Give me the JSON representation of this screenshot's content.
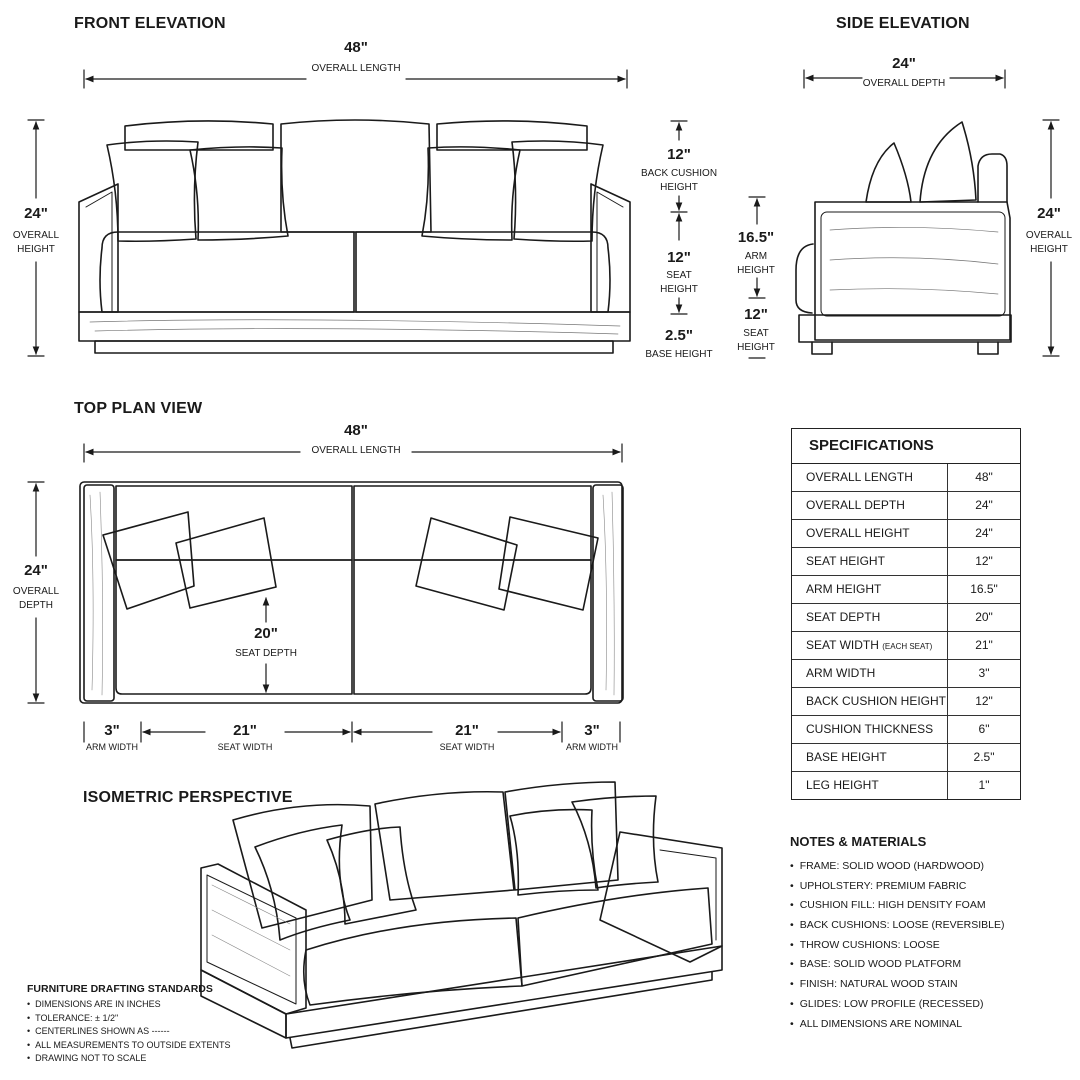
{
  "titles": {
    "front": "FRONT ELEVATION",
    "side": "SIDE ELEVATION",
    "top": "TOP PLAN VIEW",
    "iso": "ISOMETRIC PERSPECTIVE"
  },
  "front": {
    "length_value": "48\"",
    "length_label": "OVERALL LENGTH",
    "height_value": "24\"",
    "height_label_1": "OVERALL",
    "height_label_2": "HEIGHT",
    "back_value": "12\"",
    "back_label_1": "BACK CUSHION",
    "back_label_2": "HEIGHT",
    "seat_value": "12\"",
    "seat_label_1": "SEAT",
    "seat_label_2": "HEIGHT",
    "base_value": "2.5\"",
    "base_label": "BASE HEIGHT"
  },
  "side": {
    "depth_value": "24\"",
    "depth_label": "OVERALL DEPTH",
    "arm_value": "16.5\"",
    "arm_label_1": "ARM",
    "arm_label_2": "HEIGHT",
    "seat_value": "12\"",
    "seat_label_1": "SEAT",
    "seat_label_2": "HEIGHT",
    "height_value": "24\"",
    "height_label_1": "OVERALL",
    "height_label_2": "HEIGHT"
  },
  "top": {
    "length_value": "48\"",
    "length_label": "OVERALL LENGTH",
    "depth_value": "24\"",
    "depth_label_1": "OVERALL",
    "depth_label_2": "DEPTH",
    "seat_depth_value": "20\"",
    "seat_depth_label": "SEAT DEPTH",
    "arm_left_value": "3\"",
    "arm_left_label": "ARM WIDTH",
    "seat_left_value": "21\"",
    "seat_left_label": "SEAT WIDTH",
    "seat_right_value": "21\"",
    "seat_right_label": "SEAT WIDTH",
    "arm_right_value": "3\"",
    "arm_right_label": "ARM WIDTH"
  },
  "specs": {
    "title": "SPECIFICATIONS",
    "rows": [
      {
        "label": "OVERALL LENGTH",
        "note": "",
        "value": "48\""
      },
      {
        "label": "OVERALL DEPTH",
        "note": "",
        "value": "24\""
      },
      {
        "label": "OVERALL HEIGHT",
        "note": "",
        "value": "24\""
      },
      {
        "label": "SEAT HEIGHT",
        "note": "",
        "value": "12\""
      },
      {
        "label": "ARM HEIGHT",
        "note": "",
        "value": "16.5\""
      },
      {
        "label": "SEAT DEPTH",
        "note": "",
        "value": "20\""
      },
      {
        "label": "SEAT WIDTH",
        "note": "(EACH SEAT)",
        "value": "21\""
      },
      {
        "label": "ARM WIDTH",
        "note": "",
        "value": "3\""
      },
      {
        "label": "BACK CUSHION HEIGHT",
        "note": "",
        "value": "12\""
      },
      {
        "label": "CUSHION THICKNESS",
        "note": "",
        "value": "6\""
      },
      {
        "label": "BASE HEIGHT",
        "note": "",
        "value": "2.5\""
      },
      {
        "label": "LEG HEIGHT",
        "note": "",
        "value": "1\""
      }
    ]
  },
  "notes": {
    "title": "NOTES & MATERIALS",
    "items": [
      "FRAME: SOLID WOOD (HARDWOOD)",
      "UPHOLSTERY: PREMIUM FABRIC",
      "CUSHION FILL: HIGH DENSITY FOAM",
      "BACK CUSHIONS: LOOSE (REVERSIBLE)",
      "THROW CUSHIONS: LOOSE",
      "BASE: SOLID WOOD PLATFORM",
      "FINISH: NATURAL WOOD STAIN",
      "GLIDES: LOW PROFILE (RECESSED)",
      "ALL DIMENSIONS ARE NOMINAL"
    ]
  },
  "standards": {
    "title": "FURNITURE DRAFTING STANDARDS",
    "items": [
      "DIMENSIONS ARE IN INCHES",
      "TOLERANCE: ± 1/2\"",
      "CENTERLINES SHOWN AS ------",
      "ALL MEASUREMENTS TO OUTSIDE EXTENTS",
      "DRAWING NOT TO SCALE"
    ]
  }
}
